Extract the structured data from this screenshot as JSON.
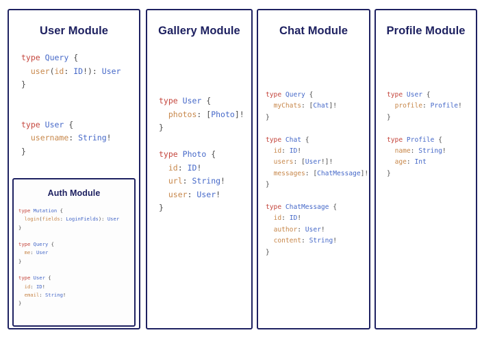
{
  "canvas": {
    "background": "#ffffff",
    "border_color": "#1d2060"
  },
  "syntax_colors": {
    "keyword": "#c4453c",
    "type": "#4568c8",
    "field": "#c7874a",
    "punctuation": "#4a4a4a",
    "title": "#1d2060"
  },
  "modules": [
    {
      "id": "user",
      "title": "User Module",
      "schema": "type Query {\n  user(id: ID!): User\n}\n\n\ntype User {\n  username: String!\n}",
      "nested": {
        "id": "auth",
        "title": "Auth Module",
        "schema": "type Mutation {\n  login(fields: LoginFields): User\n}\n\ntype Query {\n  me: User\n}\n\ntype User {\n  id: ID!\n  email: String!\n}"
      }
    },
    {
      "id": "gallery",
      "title": "Gallery Module",
      "schema": "type User {\n  photos: [Photo]!\n}\n\ntype Photo {\n  id: ID!\n  url: String!\n  user: User!\n}"
    },
    {
      "id": "chat",
      "title": "Chat Module",
      "schema": "type Query {\n  myChats: [Chat]!\n}\n\ntype Chat {\n  id: ID!\n  users: [User!]!\n  messages: [ChatMessage]!\n}\n\ntype ChatMessage {\n  id: ID!\n  author: User!\n  content: String!\n}"
    },
    {
      "id": "profile",
      "title": "Profile Module",
      "schema": "type User {\n  profile: Profile!\n}\n\ntype Profile {\n  name: String!\n  age: Int\n}"
    }
  ]
}
